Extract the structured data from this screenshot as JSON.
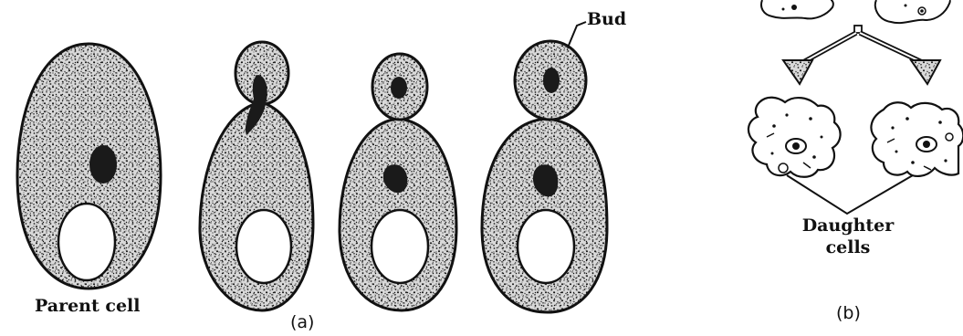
{
  "figure": {
    "panel_a": {
      "caption": "(a)",
      "parent_label": "Parent cell",
      "bud_label": "Bud"
    },
    "panel_b": {
      "caption": "(b)",
      "daughter_label_line1": "Daughter",
      "daughter_label_line2": "cells"
    },
    "colors": {
      "ink": "#111111",
      "paper": "#ffffff"
    }
  }
}
